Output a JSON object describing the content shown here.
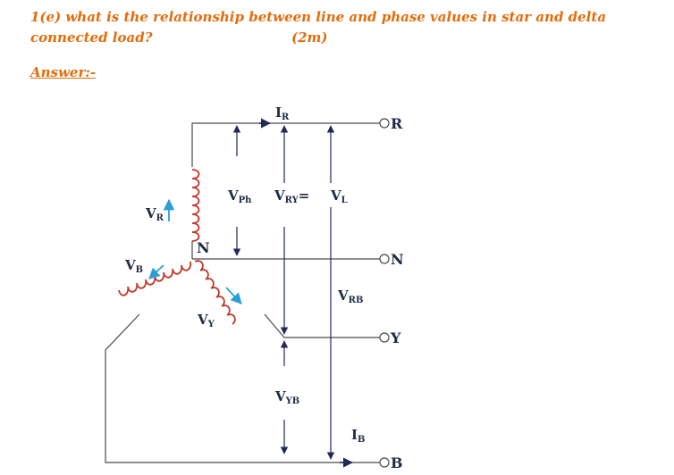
{
  "question": {
    "line1": "1(e) what is the relationship between line and phase values in star and delta",
    "line2": "connected load?",
    "marks": "(2m)"
  },
  "answer_label": "Answer:-",
  "diagram": {
    "current_r": "I",
    "current_r_sub": "R",
    "current_b": "I",
    "current_b_sub": "B",
    "terminal_r": "R",
    "terminal_n": "N",
    "terminal_y": "Y",
    "terminal_b": "B",
    "neutral": "N",
    "v_ph": "V",
    "v_ph_sub": "Ph",
    "v_ry": "V",
    "v_ry_sub": "RY",
    "equals": "=",
    "v_l": "V",
    "v_l_sub": "L",
    "v_rb": "V",
    "v_rb_sub": "RB",
    "v_yb": "V",
    "v_yb_sub": "YB",
    "v_r": "V",
    "v_r_sub": "R",
    "v_b": "V",
    "v_b_sub": "B",
    "v_y": "V",
    "v_y_sub": "Y"
  },
  "colors": {
    "heading": "#e36c0a",
    "wire": "#4a4a4a",
    "coil": "#c0392b",
    "arrow_dark": "#1f2a5a",
    "arrow_blue": "#2a9fd6"
  }
}
